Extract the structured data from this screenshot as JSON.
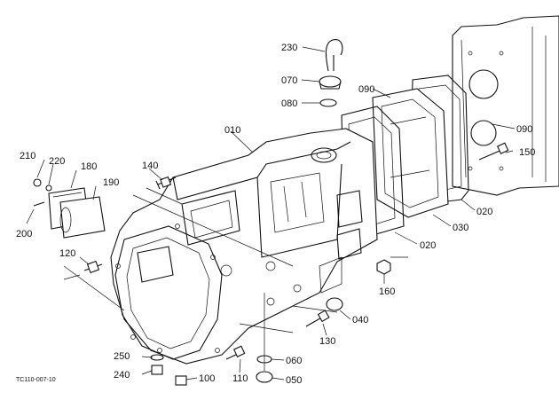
{
  "diagram_code": "TC110-007-10",
  "part_labels": {
    "p010": "010",
    "p020a": "020",
    "p020b": "020",
    "p030": "030",
    "p040": "040",
    "p050": "050",
    "p060": "060",
    "p070": "070",
    "p080": "080",
    "p090a": "090",
    "p090b": "090",
    "p100": "100",
    "p110": "110",
    "p120": "120",
    "p130": "130",
    "p140": "140",
    "p150": "150",
    "p160": "160",
    "p180": "180",
    "p190": "190",
    "p200": "200",
    "p210": "210",
    "p220": "220",
    "p230": "230",
    "p240": "240",
    "p250": "250"
  }
}
